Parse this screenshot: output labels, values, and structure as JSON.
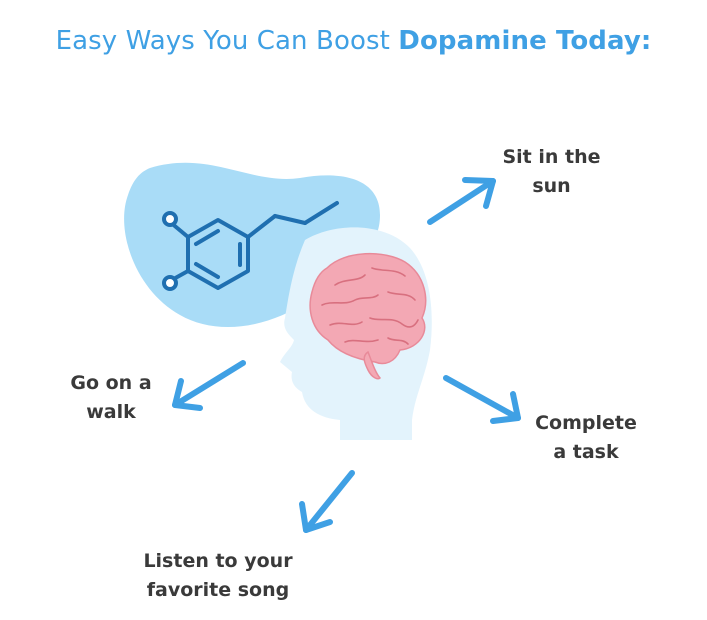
{
  "title": {
    "prefix": "Easy Ways You Can Boost ",
    "emphasis": "Dopamine Today:"
  },
  "labels": {
    "sun": [
      "Sit in the",
      "sun"
    ],
    "walk": [
      "Go on a",
      "walk"
    ],
    "task": [
      "Complete",
      "a task"
    ],
    "song": [
      "Listen to your",
      "favorite song"
    ]
  },
  "colors": {
    "title": "#3fa0e4",
    "arrow": "#3fa0e4",
    "blob": "#a9dcf7",
    "molecule": "#1f6fb0",
    "head": "#e3f3fc",
    "brain": "#f3a8b4",
    "label": "#3a3a3a"
  },
  "icons": [
    "dopamine-molecule-icon",
    "head-silhouette-icon",
    "brain-icon",
    "arrow-icon"
  ]
}
